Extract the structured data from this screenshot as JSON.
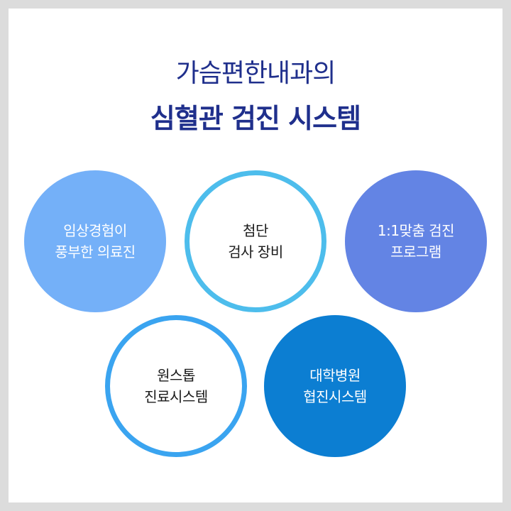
{
  "header": {
    "line1": "가슴편한내과의",
    "line2": "심혈관 검진 시스템"
  },
  "circles": [
    {
      "label": "임상경험이\n풍부한 의료진",
      "style": "filled",
      "color": "#74b0f8"
    },
    {
      "label": "첨단\n검사 장비",
      "style": "outline",
      "color": "#4dbdec"
    },
    {
      "label": "1:1맞춤 검진\n프로그램",
      "style": "filled",
      "color": "#6384e4"
    },
    {
      "label": "원스톱\n진료시스템",
      "style": "outline",
      "color": "#3aa4f0"
    },
    {
      "label": "대학병원\n협진시스템",
      "style": "filled",
      "color": "#0c7ed2"
    }
  ]
}
